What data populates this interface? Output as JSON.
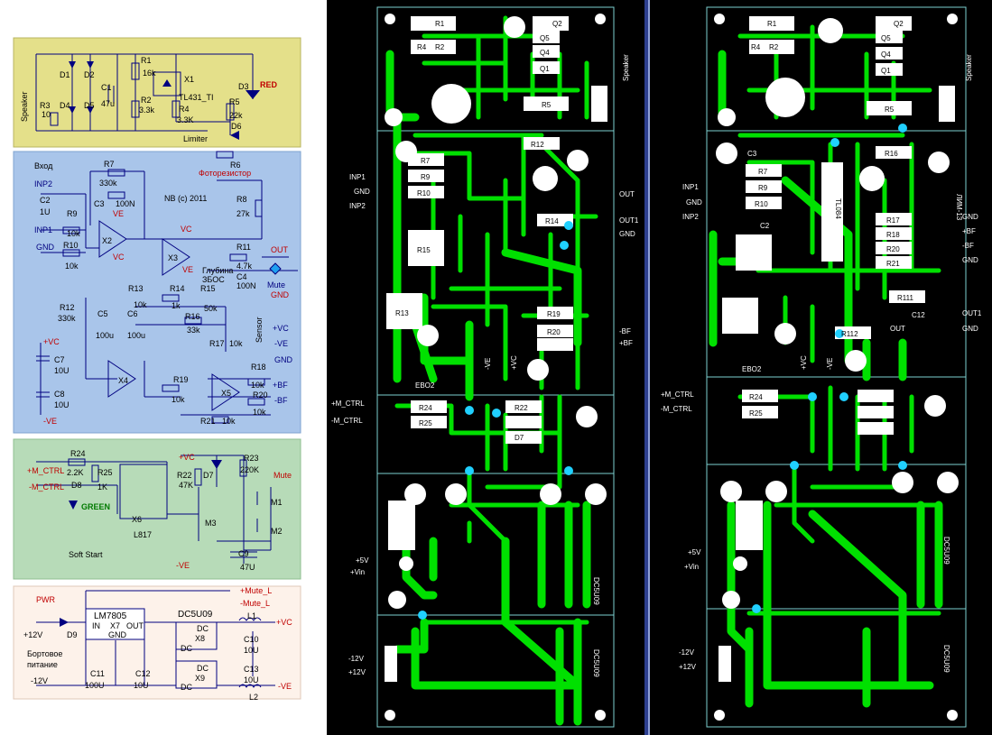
{
  "schematic": {
    "protect": {
      "speaker": "Speaker",
      "d1": "D1",
      "d2": "D2",
      "d4": "D4",
      "d5": "D5",
      "r1": "R1",
      "r1_val": "16k",
      "r2": "R2",
      "r2_val": "3.3k",
      "r3": "R3",
      "r3_val": "10",
      "c1": "C1",
      "c1_val": "47u",
      "x1": "X1",
      "x1_val": "TL431_TI",
      "r4": "R4",
      "r4_val": "3.3K",
      "r5": "R5",
      "r5_val": "22k",
      "d3": "D3",
      "red": "RED",
      "d6": "D6",
      "limiter": "Limiter"
    },
    "preamp": {
      "vhod": "Вход",
      "inp2": "INP2",
      "inp1": "INP1",
      "gnd": "GND",
      "c2": "C2",
      "c2_val": "1U",
      "r7": "R7",
      "r7_val": "330k",
      "c3": "C3",
      "c3_val": "100N",
      "r9": "R9",
      "r9_val": "10k",
      "r10": "R10",
      "r10_val": "10k",
      "x2": "X2",
      "x3": "X3",
      "x4": "X4",
      "x5": "X5",
      "ve": "VE",
      "vc": "VC",
      "author": "NB (c) 2011",
      "r6": "R6",
      "photo": "Фоторезистор",
      "r8": "R8",
      "r8_val": "27k",
      "r11": "R11",
      "r11_val": "4.7k",
      "c4": "C4",
      "c4_val": "100N",
      "out": "OUT",
      "mute": "Mute",
      "gnd2": "GND",
      "depth": "Глубина",
      "depth2": "ЗБОС",
      "r12": "R12",
      "r12_val": "330k",
      "r13": "R13",
      "r13_val": "10k",
      "r14": "R14",
      "r14_val": "1k",
      "r15": "R15",
      "r15_val": "50k",
      "c5": "C5",
      "c5_val": "100u",
      "c6": "C6",
      "c6_val": "100u",
      "r16": "R16",
      "r16_val": "33k",
      "sensor": "Sensor",
      "pvc": "+VC",
      "mve": "-VE",
      "r17": "R17",
      "r17_val": "10k",
      "gnd3": "GND",
      "c7": "C7",
      "c7_val": "10U",
      "c8": "C8",
      "c8_val": "10U",
      "r18": "R18",
      "r18_val": "10k",
      "r19": "R19",
      "r19_val": "10k",
      "r20": "R20",
      "r20_val": "10k",
      "r21": "R21",
      "r21_val": "10k",
      "pbf": "+BF",
      "mbf": "-BF",
      "pvc2": "+VC",
      "mve2": "-VE"
    },
    "softstart": {
      "r24": "R24",
      "r24_val": "2.2K",
      "r25": "R25",
      "r25_val": "1K",
      "d8": "D8",
      "pmctrl": "+M_CTRL",
      "mmctrl": "-M_CTRL",
      "green": "GREEN",
      "x6": "X6",
      "l817": "L817",
      "pvc": "+VC",
      "r22": "R22",
      "r22_val": "47K",
      "d7": "D7",
      "r23": "R23",
      "r23_val": "220K",
      "mute": "Mute",
      "m1": "M1",
      "m2": "M2",
      "m3": "M3",
      "c9": "C9",
      "c9_val": "47U",
      "mve": "-VE",
      "title": "Soft Start"
    },
    "power": {
      "pwr": "PWR",
      "lm": "LM7805",
      "x7": "X7",
      "in": "IN",
      "outp": "OUT",
      "gnd": "GND",
      "dc": "DC5U09",
      "mute_l1": "+Mute_L",
      "mute_l2": "-Mute_L",
      "d9": "D9",
      "p12": "+12V",
      "m12": "-12V",
      "bort1": "Бортовое",
      "bort2": "питание",
      "x8": "X8",
      "x9": "X9",
      "dc_lbl": "DC",
      "l1": "L1",
      "l2": "L2",
      "pvc": "+VC",
      "mve": "-VE",
      "c10": "C10",
      "c10_val": "10U",
      "c11": "C11",
      "c11_val": "100U",
      "c12": "C12",
      "c12_val": "10U",
      "c13": "C13",
      "c13_val": "10U"
    }
  },
  "pcb_left": {
    "speaker": "Speaker",
    "r1": "R1",
    "r2": "R2",
    "r4": "R4",
    "r5": "R5",
    "q1": "Q1",
    "q2": "Q2",
    "q4": "Q4",
    "q5": "Q5",
    "r12": "R12",
    "r7": "R7",
    "r9": "R9",
    "r10": "R10",
    "r15": "R15",
    "r13": "R13",
    "r19": "R19",
    "r20": "R20",
    "r14": "R14",
    "r24": "R24",
    "r25": "R25",
    "r22": "R22",
    "d7": "D7",
    "ebo2": "EBO2",
    "inp1": "INP1",
    "gnd": "GND",
    "inp2": "INP2",
    "out": "OUT",
    "out1": "OUT1",
    "gnd2": "GND",
    "mbf": "-BF",
    "pbf": "+BF",
    "pmctrl": "+M_CTRL",
    "mmctrl": "-M_CTRL",
    "p5v": "+5V",
    "pvin": "+Vin",
    "m12": "-12V",
    "p12": "+12V",
    "dc1": "DC5U09",
    "dc2": "DC5U09",
    "pvc": "+VC",
    "mve": "-VE"
  },
  "pcb_right": {
    "speaker": "Speaker",
    "r1": "R1",
    "r2": "R2",
    "r4": "R4",
    "r5": "R5",
    "q1": "Q1",
    "q2": "Q2",
    "q4": "Q4",
    "q5": "Q5",
    "c3": "C3",
    "r7": "R7",
    "r9": "R9",
    "r10": "R10",
    "r16": "R16",
    "r17": "R17",
    "r18": "R18",
    "r20": "R20",
    "r21": "R21",
    "c2": "C2",
    "r111": "R111",
    "r112": "R112",
    "c12": "C12",
    "r24": "R24",
    "r25": "R25",
    "inp1": "INP1",
    "gnd": "GND",
    "inp2": "INP2",
    "gnd_r": "GND",
    "pbf": "+BF",
    "mbf": "-BF",
    "gnd_r2": "GND",
    "out": "OUT",
    "out1": "OUT1",
    "gnd3": "GND",
    "ebo2": "EBO2",
    "tl084": "TL084",
    "pmctrl": "+M_CTRL",
    "mmctrl": "-M_CTRL",
    "p5v": "+5V",
    "pvin": "+Vin",
    "m12": "-12V",
    "p12": "+12V",
    "dc1": "DC5U09",
    "dc2": "DC5U09",
    "pvc": "+VC",
    "mve": "-VE",
    "lim": "ЛИМ-13"
  }
}
